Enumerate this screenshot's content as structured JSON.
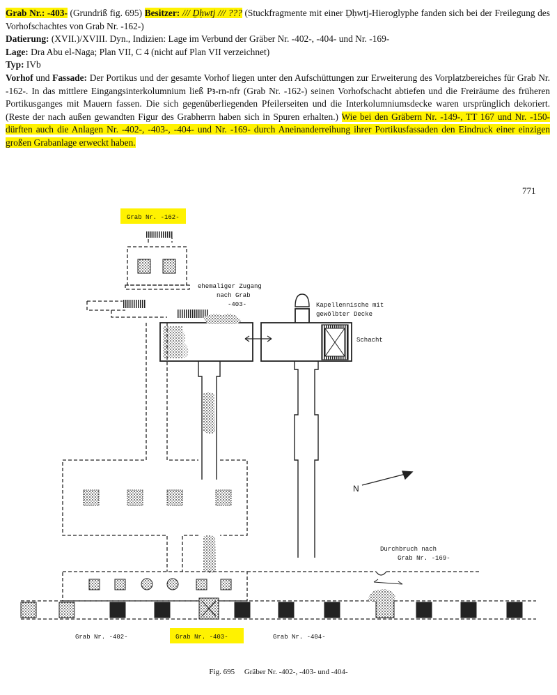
{
  "text": {
    "p1_label": "Grab Nr.:",
    "p1_grab": "-403-",
    "p1_grundriss": "(Grundriß fig. 695)",
    "p1_besitzer_label": "Besitzer:",
    "p1_besitzer": "/// Ḏḥwtj /// ???",
    "p1_rest": "(Stuckfragmente mit einer Ḏḥwtj-Hieroglyphe fanden sich bei der Freilegung des Vorhofschachtes von Grab Nr. -162-)",
    "datierung_label": "Datierung:",
    "datierung": "(XVII.)/XVIII. Dyn., Indizien: Lage im Verbund der Gräber Nr. -402-, -404- und Nr. -169-",
    "lage_label": "Lage:",
    "lage": "Dra Abu el-Naga; Plan VII, C 4 (nicht auf Plan VII verzeichnet)",
    "typ_label": "Typ:",
    "typ": "IVb",
    "vorhof_label_a": "Vorhof",
    "vorhof_und": "und",
    "vorhof_label_b": "Fassade:",
    "vorhof_text": "Der Portikus und der gesamte Vorhof liegen unter den Aufschüttungen zur Erweiterung des Vorplatzbereiches für Grab Nr. -162-. In das mittlere Eingangsinterkolumnium ließ Pꜣ-rn-nfr (Grab Nr. -162-) seinen Vorhofschacht abtiefen und die Freiräume des früheren Portikusganges mit Mauern fassen. Die sich gegenüberliegenden Pfeilerseiten und die Interkolumniumsdecke waren ursprünglich dekoriert. (Reste der nach außen gewandten Figur des Grabherrn haben sich in Spuren erhalten.)",
    "vorhof_highlight": "Wie bei den Gräbern Nr. -149-, TT 167 und Nr. -150- dürften auch die Anlagen Nr. -402-, -403-, -404- und Nr. -169- durch Aneinanderreihung ihrer Portikusfassaden den Eindruck einer einzigen großen Grabanlage erweckt haben."
  },
  "page_number": "771",
  "plan": {
    "grab_162": "Grab Nr. -162-",
    "zugang_1": "ehemaliger Zugang",
    "zugang_2": "nach Grab",
    "zugang_3": "-403-",
    "kapelle_1": "Kapellennische mit",
    "kapelle_2": "gewölbter Decke",
    "schacht": "Schacht",
    "north": "N",
    "durchbruch_1": "Durchbruch nach",
    "durchbruch_2": "Grab Nr. -169-",
    "grab_402": "Grab Nr. -402-",
    "grab_403": "Grab Nr. -403-",
    "grab_404": "Grab Nr. -404-",
    "highlight_color": "#fff200"
  },
  "caption": {
    "fig": "Fig. 695",
    "title": "Gräber Nr. -402-, -403- und -404-"
  }
}
